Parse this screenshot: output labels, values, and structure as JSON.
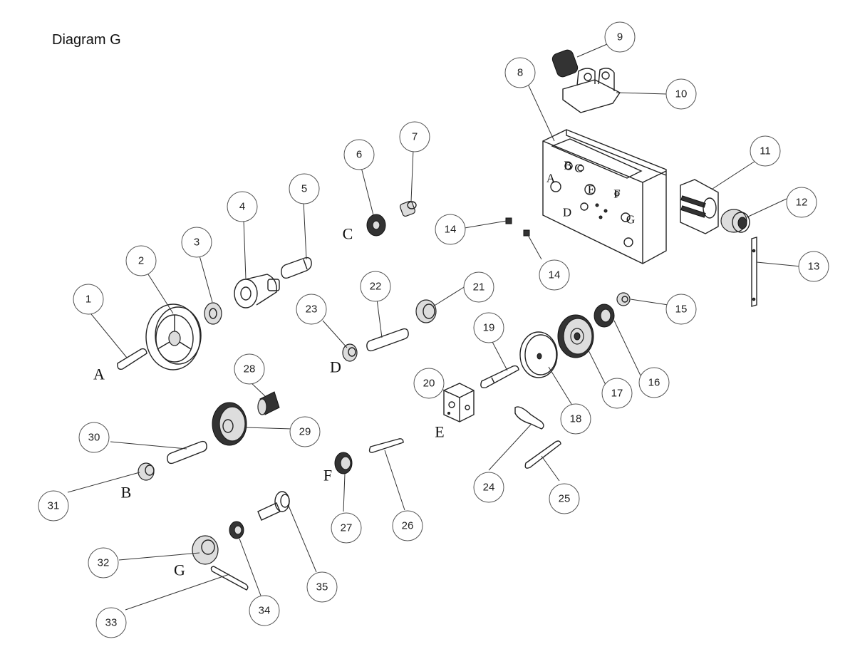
{
  "title": "Diagram G",
  "balloons": [
    "1",
    "2",
    "3",
    "4",
    "5",
    "6",
    "7",
    "8",
    "9",
    "10",
    "11",
    "12",
    "13",
    "14",
    "14",
    "15",
    "16",
    "17",
    "18",
    "19",
    "20",
    "21",
    "22",
    "23",
    "24",
    "25",
    "26",
    "27",
    "28",
    "29",
    "30",
    "31",
    "32",
    "33",
    "34",
    "35"
  ],
  "assembly_letters": [
    "A",
    "B",
    "C",
    "D",
    "E",
    "F",
    "G"
  ],
  "housing_letters": [
    "A",
    "B",
    "C",
    "E",
    "F",
    "D",
    "G"
  ]
}
